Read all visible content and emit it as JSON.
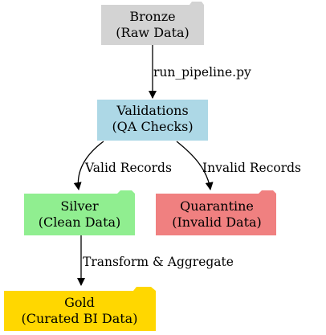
{
  "colors": {
    "bronze": "#d3d3d3",
    "validations": "#add8e6",
    "silver": "#90ee90",
    "quarantine": "#f08080",
    "gold": "#ffd700",
    "edge": "#000000"
  },
  "nodes": {
    "bronze": {
      "line1": "Bronze",
      "line2": "(Raw Data)",
      "shape": "folder"
    },
    "validations": {
      "line1": "Validations",
      "line2": "(QA Checks)",
      "shape": "box"
    },
    "silver": {
      "line1": "Silver",
      "line2": "(Clean Data)",
      "shape": "folder"
    },
    "quarantine": {
      "line1": "Quarantine",
      "line2": "(Invalid Data)",
      "shape": "folder"
    },
    "gold": {
      "line1": "Gold",
      "line2": "(Curated BI Data)",
      "shape": "folder"
    }
  },
  "edges": {
    "bronze_to_validations": "run_pipeline.py",
    "validations_to_silver": "Valid Records",
    "validations_to_quarantine": "Invalid Records",
    "silver_to_gold": "Transform & Aggregate"
  }
}
